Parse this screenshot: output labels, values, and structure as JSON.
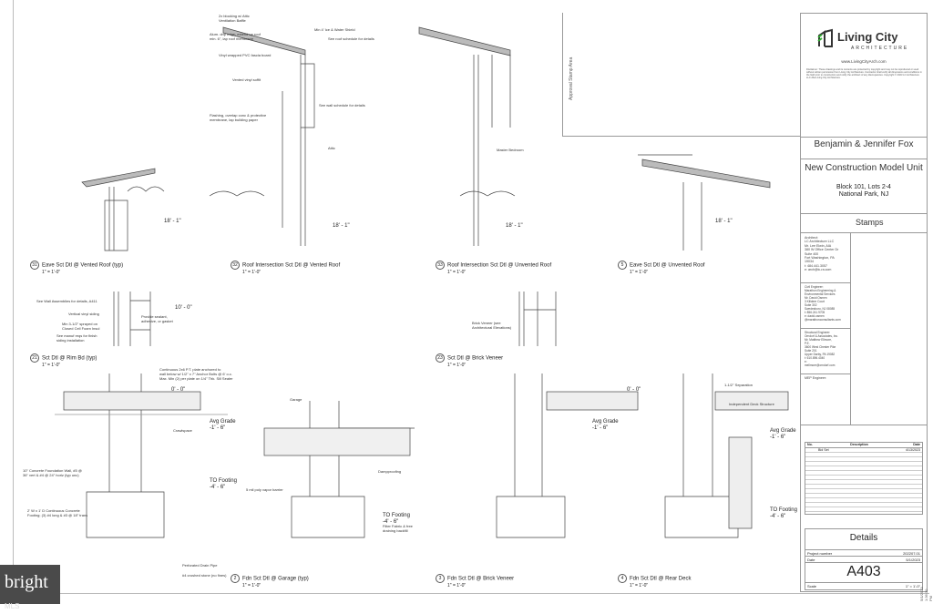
{
  "firm": {
    "name": "Living City",
    "subtitle": "ARCHITECTURE",
    "website": "www.LivingCityArch.com",
    "disclaimer": "Disclaimer: These drawings and its contents are protected by copyright and may not be reproduced or used without written permission from Living City Architecture. Contractor shall verify all dimensions and conditions in the field prior to construction and notify the architect of any discrepancies. Copyright © 2023 LC Architecture LLC dba Living City Architecture."
  },
  "client": {
    "name": "Benjamin  & Jennifer Fox",
    "project": "New Construction Model Unit",
    "location_line1": "Block 101, Lots 2-4",
    "location_line2": "National Park, NJ"
  },
  "stamps": {
    "heading": "Stamps",
    "architect": "Architect:\nLC Architecture LLC\nMr. Lee Elwin, AIA\n380 W Office Center Dr\nSuite 400\nFort Washington, PA\n19034\nt: 484.441.3057\ne: arch@lc-ra.com",
    "civil": "Civil Engineer:\nMarathon Engineering &\nEnvironmental Services\nMr. David Osmen\n3 Killdeer Court\nSuite 302\nSwedesboro, NJ 08085\nt: 856.241.9705\ne: david.osmen\n@marathonconsultants.com",
    "structural": "Structural Engineer:\nOrndorf & Associates, Inc.\nMr. Matthew Ellmore,\nP.E.\n3600 West Chester Pike\nSuite 201\nUpper Darby, PA 19082\nt: 610.896.4040\ne:\nmellmore@orndorf.com",
    "mep": "MEP Engineer:"
  },
  "revisions": {
    "headers": [
      "No.",
      "Description",
      "Date"
    ],
    "rows": [
      {
        "no": "",
        "description": "Bid Set",
        "date": "4/13/2023"
      }
    ]
  },
  "sheet": {
    "name": "Details",
    "project_number_label": "Project number",
    "project_number": "202207.01",
    "date_label": "Date",
    "date": "5/1/2023",
    "number": "A403",
    "scale_label": "Scale",
    "scale": "1\" = 1'-0\"",
    "side_code": "5/1/2023 1:36:30 PM"
  },
  "approval_stamp": "Approval Stamp Area",
  "details": [
    {
      "num": "31",
      "title": "Eave Sct Dtl @ Vented Roof (typ)",
      "scale": "1\" = 1'-0\""
    },
    {
      "num": "32",
      "title": "Roof Intersection Sct Dtl @ Vented Roof",
      "scale": "1\" = 1'-0\""
    },
    {
      "num": "33",
      "title": "Roof Intersection Sct Dtl @ Unvented Roof",
      "scale": "1\" = 1'-0\""
    },
    {
      "num": "5",
      "title": "Eave Sct Dtl @ Unvented Roof",
      "scale": "1\" = 1'-0\""
    },
    {
      "num": "21",
      "title": "Sct Dtl @ Rim Bd (typ)",
      "scale": "1\" = 1'-0\""
    },
    {
      "num": "23",
      "title": "Sct Dtl @ Brick Veneer",
      "scale": "1\" = 1'-0\""
    },
    {
      "num": "2",
      "title": "Fdn Sct Dtl @ Garage (typ)",
      "scale": "1\" = 1'-0\""
    },
    {
      "num": "3",
      "title": "Fdn Sct Dtl @ Brick Veneer",
      "scale": "1\" = 1'-0\""
    },
    {
      "num": "4",
      "title": "Fdn Sct Dtl @ Rear Deck",
      "scale": "1\" = 1'-0\""
    }
  ],
  "elevations": {
    "roof": "18' - 1\"",
    "rim": "10' - 0\"",
    "floor": "0' - 0\"",
    "grade": "Avg Grade\n-1' - 6\"",
    "footing": "TO Footing\n-4' - 6\""
  },
  "notes": {
    "baffle": "2x blocking w/ Attic\nVentilation Baffle",
    "ice": "Min 4' Ice & Water Shield",
    "drip": "Alum. drip edge; extend up roof\nmin. 6\", lap roof membrane",
    "fascia": "Vinyl wrapped PVC fascia board",
    "soffit": "Vented vinyl soffit",
    "roof_sched": "See roof schedule for details",
    "wall_sched": "See wall schedule for details",
    "flashing": "Flashing, overlap conc & protective\nmembrane, lap building paper",
    "attic": "Attic",
    "bedroom": "Master Bedroom",
    "wall_assem": "See Wall Assemblies for details, A411",
    "siding": "Vertical vinyl siding",
    "foam": "Min 3-1/2\" sprayed on\nClosed Cell Foam Insul",
    "sealant": "Provide sealant,\nadhesive, or gasket",
    "manuf": "See manuf reqs for finish\nsiding installation",
    "brick": "Brick Veneer (see\nArchitectural Elevations)",
    "plate": "Continuous 2x6 P.T. plate anchored to\nwall below w/ 1/2\" x 7\" Anchor Bolts @ 6' o.c.\nMax. Min (2) per plate on 1/4\" Thk. Sill Sealer",
    "crawl": "Crawlspace",
    "garage": "Garage",
    "dampproof": "Dampproofing",
    "wall10": "10\" Concrete Foundation Wall, #5 @\n36\" vert & #4 @ 24\" horiz (typ unc)",
    "footing": "2' W x 1' D Continuous Concrete\nFooting; (3) #4 long & #3 @ 18\" trans",
    "poly": "5 mil poly vapor barrier",
    "drain": "Perforated Drain Pipe",
    "stone": "#4 crushed stone (no fines)",
    "fabric": "Filter Fabric & free\ndraining backfill",
    "separation": "1-1/2\" Separation",
    "ledger": "Independent Deck Structure"
  },
  "watermark": {
    "brand": "bright",
    "suffix": "MLS"
  }
}
